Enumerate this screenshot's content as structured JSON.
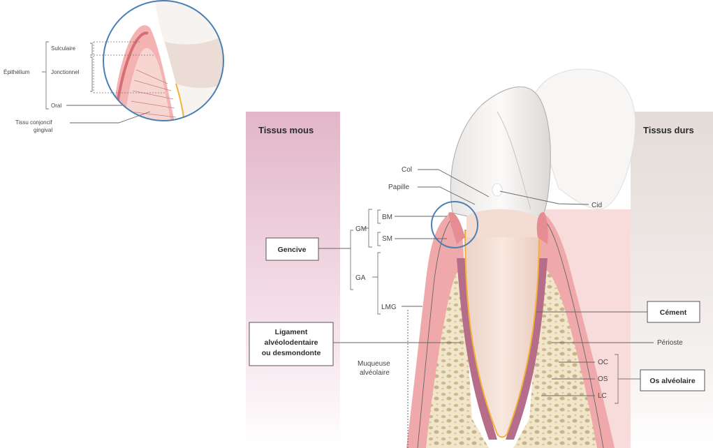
{
  "panels": {
    "soft_title": "Tissus mous",
    "hard_title": "Tissus durs"
  },
  "inset": {
    "epithelium": "Épithélium",
    "sulculaire": "Sulculaire",
    "jonctionnel": "Jonctionnel",
    "oral": "Oral",
    "tissu_line1": "Tissu conjoncif",
    "tissu_line2": "gingival"
  },
  "labels": {
    "col": "Col",
    "papille": "Papille",
    "cid": "Cid",
    "gm": "GM",
    "bm": "BM",
    "sm": "SM",
    "ga": "GA",
    "lmg": "LMG",
    "muqueuse_line1": "Muqueuse",
    "muqueuse_line2": "alvéolaire",
    "perioste": "Périoste",
    "oc": "OC",
    "os": "OS",
    "lc": "LC"
  },
  "boxes": {
    "gencive": "Gencive",
    "ligament_line1": "Ligament",
    "ligament_line2": "alvéolodentaire",
    "ligament_line3": "ou desmondonte",
    "cement": "Cément",
    "os_alveolaire": "Os alvéolaire"
  },
  "colors": {
    "soft_panel": "#e9c8d5",
    "hard_panel": "#e8e1dd",
    "gum": "#f0a6a6",
    "gum_dark": "#d9747b",
    "enamel": "#f4f2f0",
    "dentin": "#f3ddd2",
    "bone": "#efe3c4",
    "cementum_line": "#f2b23a",
    "highlight_circle": "#4a7fb5"
  }
}
